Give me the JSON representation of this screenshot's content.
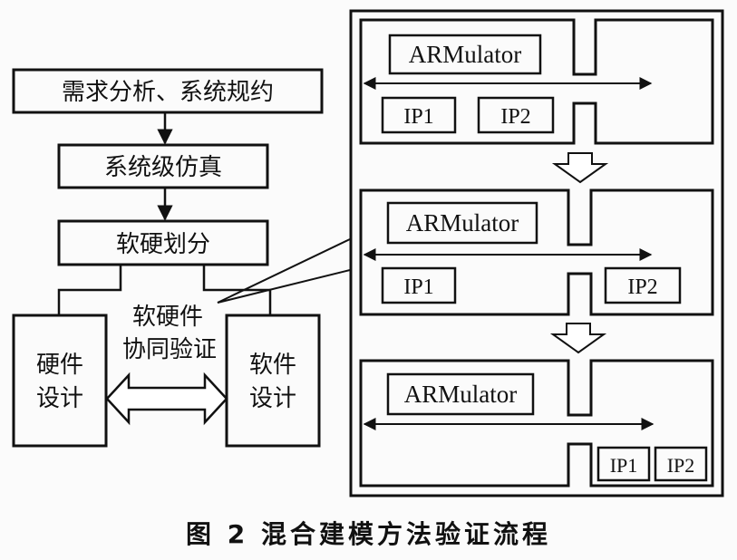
{
  "flow": {
    "step1": "需求分析、系统规约",
    "step2": "系统级仿真",
    "step3": "软硬划分",
    "hw_line1": "硬件",
    "hw_line2": "设计",
    "sw_line1": "软件",
    "sw_line2": "设计",
    "cosim_line1": "软硬件",
    "cosim_line2": "协同验证"
  },
  "panel": {
    "stage1": {
      "module": "ARMulator",
      "ip_a": "IP1",
      "ip_b": "IP2"
    },
    "stage2": {
      "module": "ARMulator",
      "ip_a": "IP1",
      "ip_b": "IP2"
    },
    "stage3": {
      "module": "ARMulator",
      "ip_a": "IP1",
      "ip_b": "IP2"
    }
  },
  "caption": "图 2 混合建模方法验证流程",
  "colors": {
    "line": "#111111",
    "background": "#fbfbfb"
  }
}
